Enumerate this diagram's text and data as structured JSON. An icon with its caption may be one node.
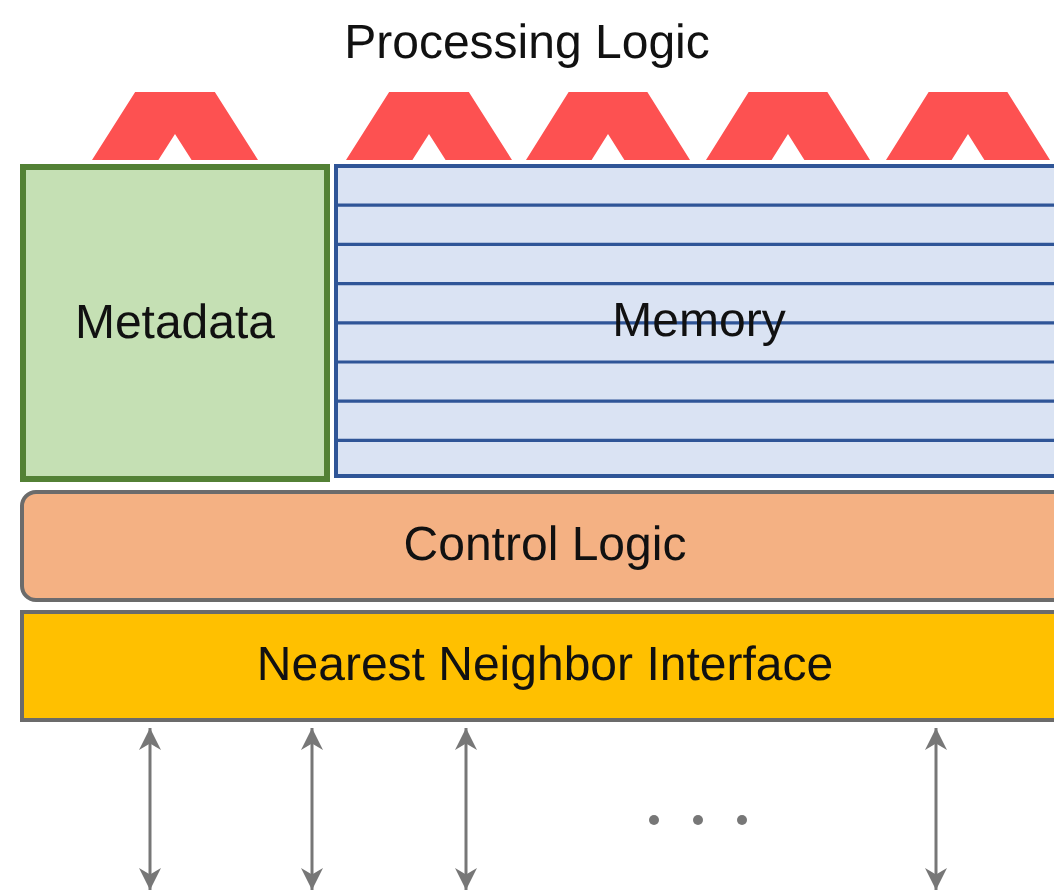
{
  "diagram": {
    "title": "Processing Logic",
    "nodes": [
      {
        "text": [
          "Metadata"
        ]
      },
      {
        "text": [
          "Memory"
        ]
      },
      {
        "text": [
          "Control Logic"
        ]
      },
      {
        "text": [
          "Nearest Neighbor Interface"
        ]
      }
    ],
    "edges": [
      {
        "from": 3,
        "to": null,
        "arrow": "both"
      },
      {
        "from": 3,
        "to": null,
        "arrow": "both"
      },
      {
        "from": 3,
        "to": null,
        "arrow": "both"
      },
      {
        "from": 3,
        "to": null,
        "arrow": "both"
      }
    ]
  }
}
